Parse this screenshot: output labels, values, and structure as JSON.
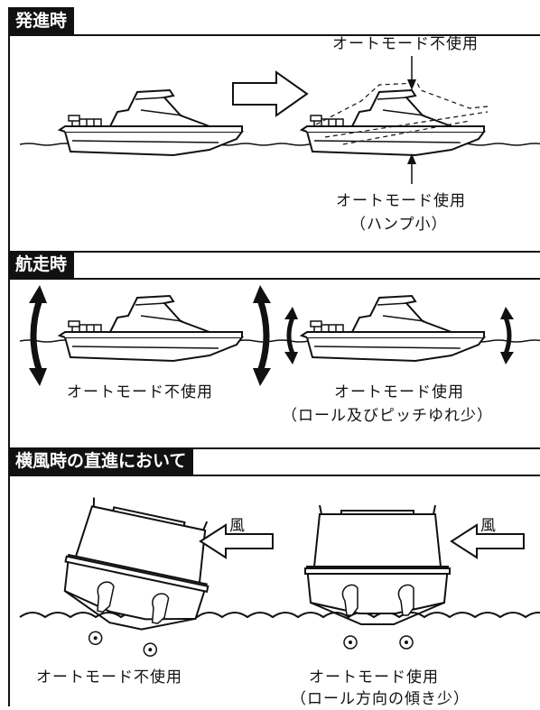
{
  "sections": [
    {
      "title": "発進時"
    },
    {
      "title": "航走時"
    },
    {
      "title": "横風時の直進において"
    }
  ],
  "labels": {
    "s1_auto_off": "オートモード不使用",
    "s1_auto_on": "オートモード使用",
    "s1_auto_on_note": "（ハンプ小）",
    "s2_auto_off": "オートモード不使用",
    "s2_auto_on": "オートモード使用",
    "s2_auto_on_note": "（ロール及びピッチゆれ少）",
    "s3_wind_left": "風",
    "s3_wind_right": "風",
    "s3_auto_off": "オートモード不使用",
    "s3_auto_on": "オートモード使用",
    "s3_auto_on_note": "（ロール方向の傾き少）"
  },
  "icons": {
    "arrow": "right-arrow-icon",
    "rock": "double-arrow-icon",
    "wind": "left-arrow-icon"
  }
}
